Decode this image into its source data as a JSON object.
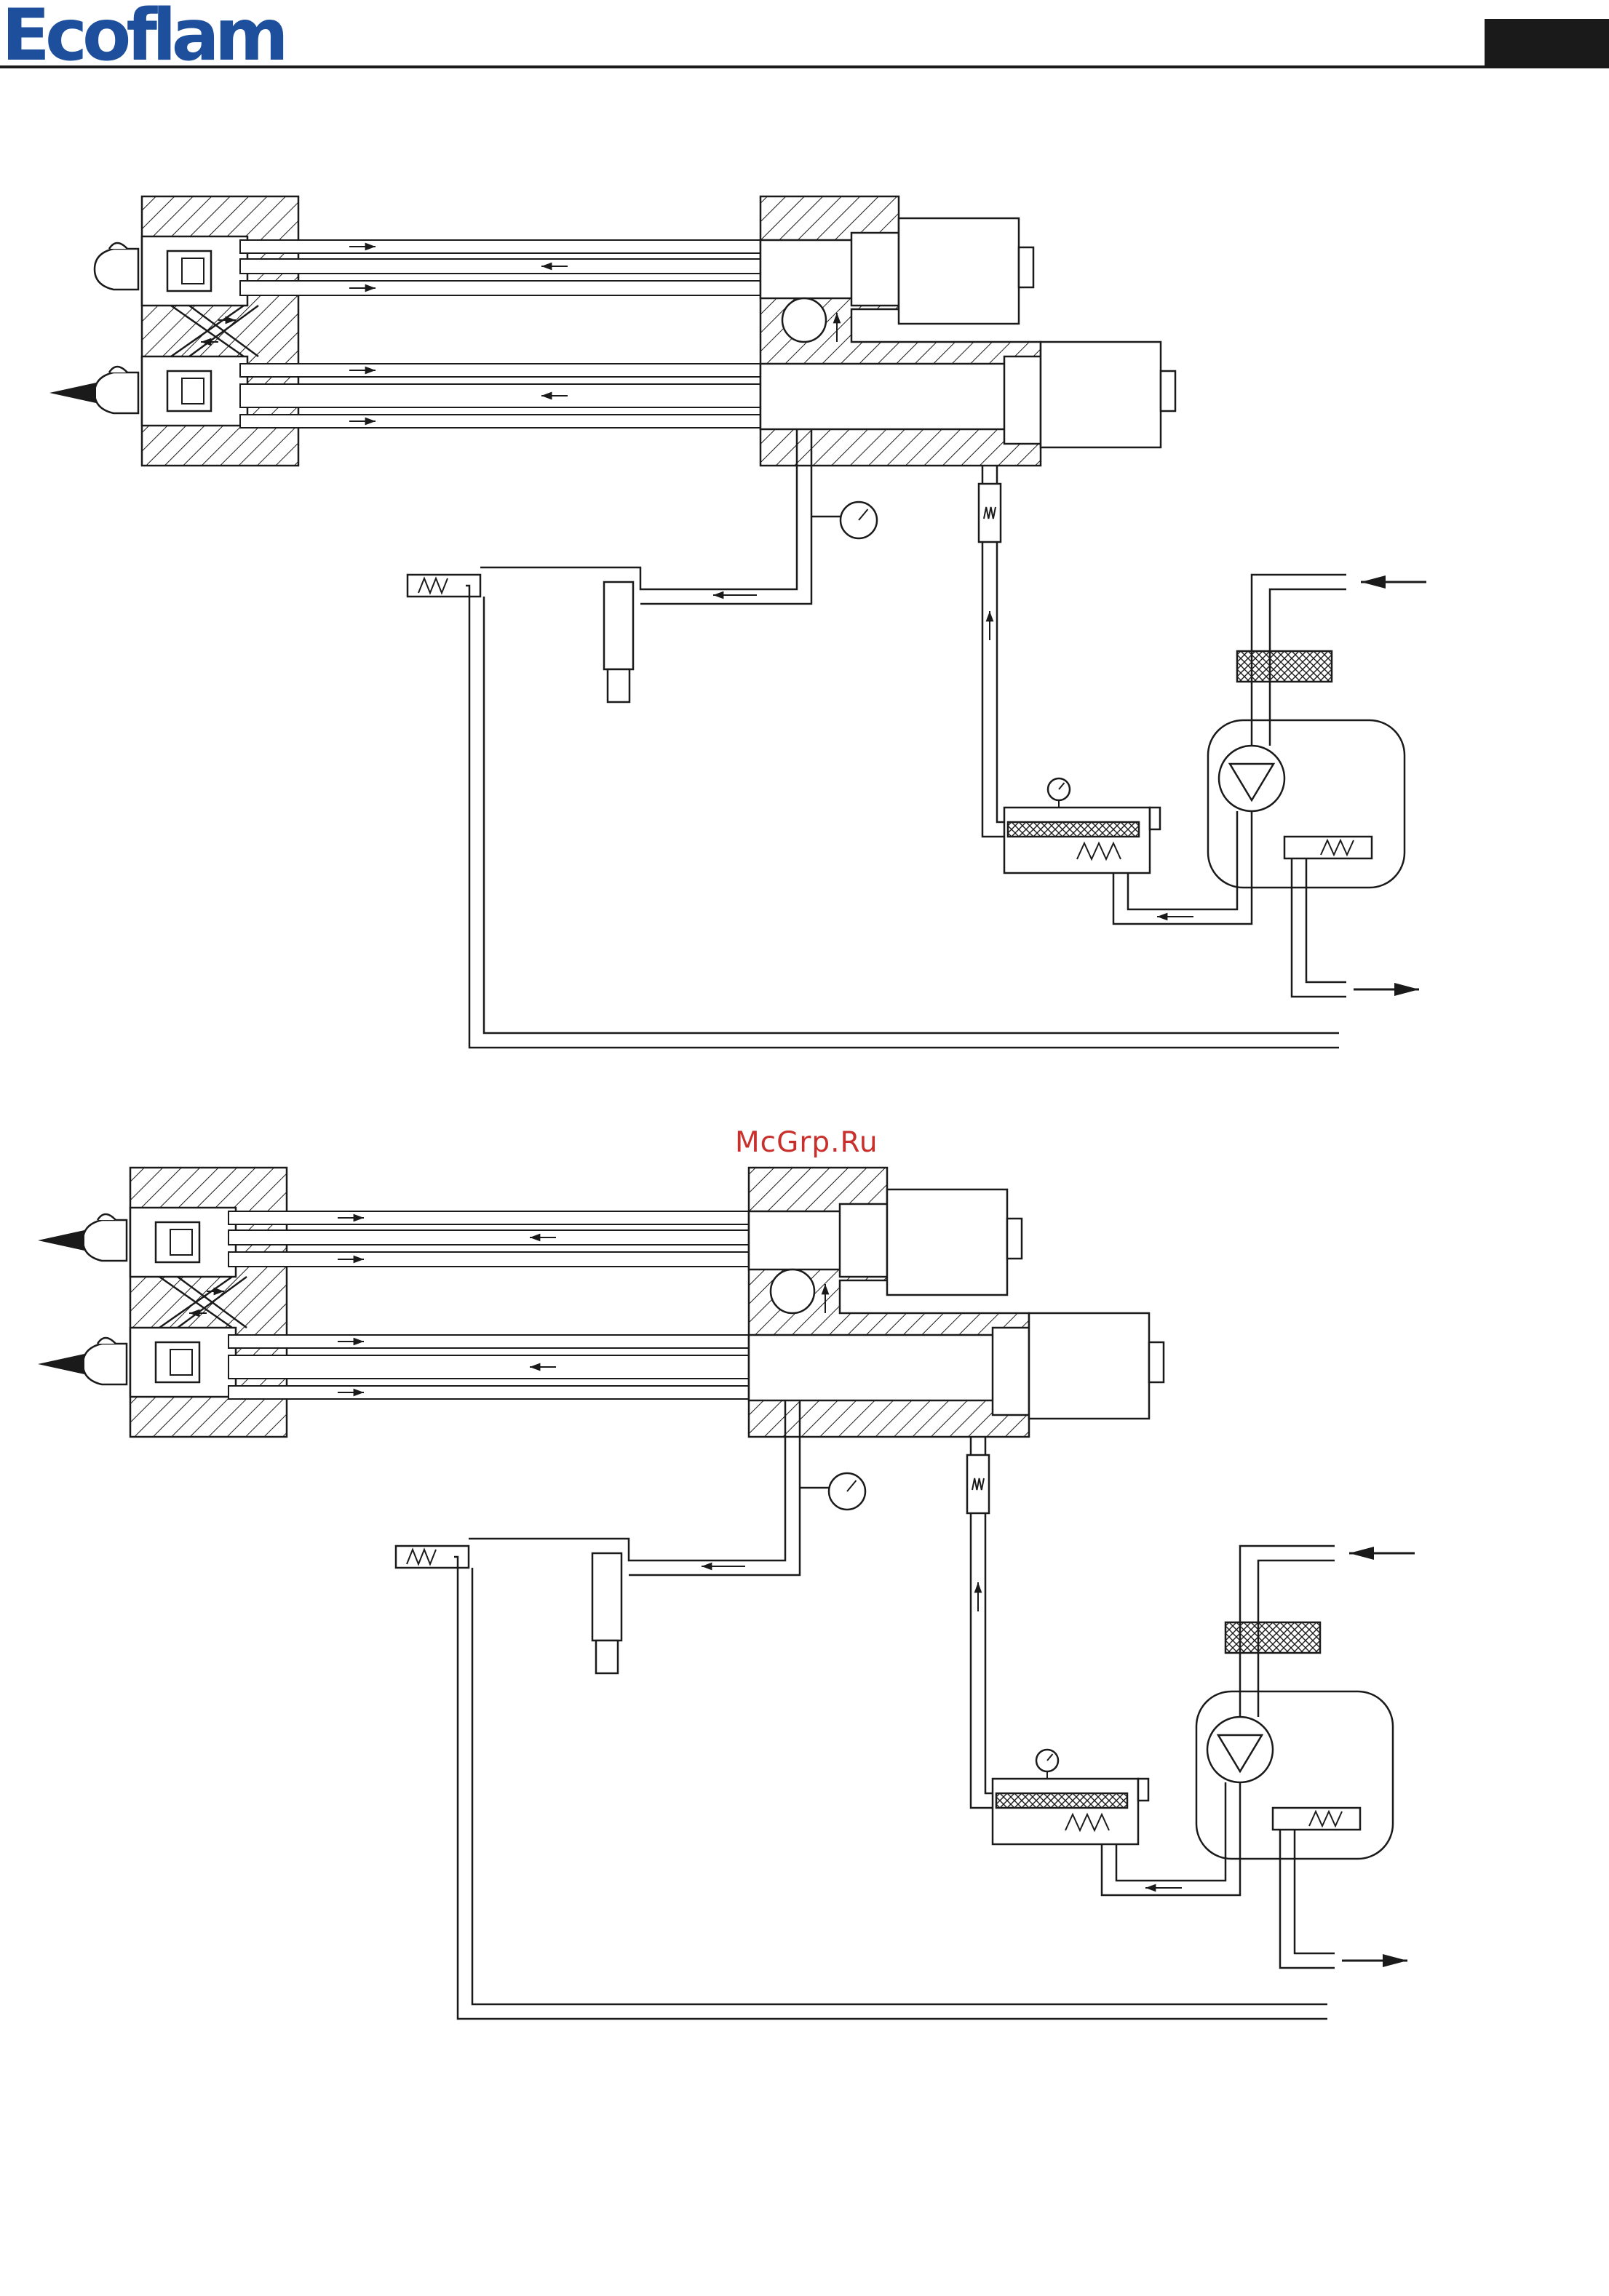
{
  "header": {
    "brand": "Ecoflam"
  },
  "watermark": {
    "text": "McGrp.Ru"
  },
  "colors": {
    "brand": "#1d4f9c",
    "watermark": "#c8302c",
    "ink": "#1a1a1a"
  },
  "diagrams": [
    {
      "nozzles_spraying": 1,
      "arrow_icons": [
        "flow-arrow-icon"
      ]
    },
    {
      "nozzles_spraying": 2,
      "arrow_icons": [
        "flow-arrow-icon"
      ]
    }
  ]
}
